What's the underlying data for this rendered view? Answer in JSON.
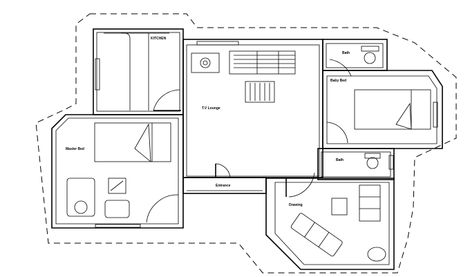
{
  "plan": {
    "rooms": [
      {
        "id": "kitchen",
        "label": "KITCHEN"
      },
      {
        "id": "tv-lounge",
        "label": "T.V Lounge"
      },
      {
        "id": "bath-top",
        "label": "Bath"
      },
      {
        "id": "baby-bed",
        "label": "Baby Bed"
      },
      {
        "id": "master-bed",
        "label": "Master Bed"
      },
      {
        "id": "entrance",
        "label": "Entrance"
      },
      {
        "id": "drawing",
        "label": "Drawing"
      },
      {
        "id": "bath-bottom",
        "label": "Bath"
      }
    ],
    "line_color": "#000000",
    "background": "#ffffff"
  }
}
